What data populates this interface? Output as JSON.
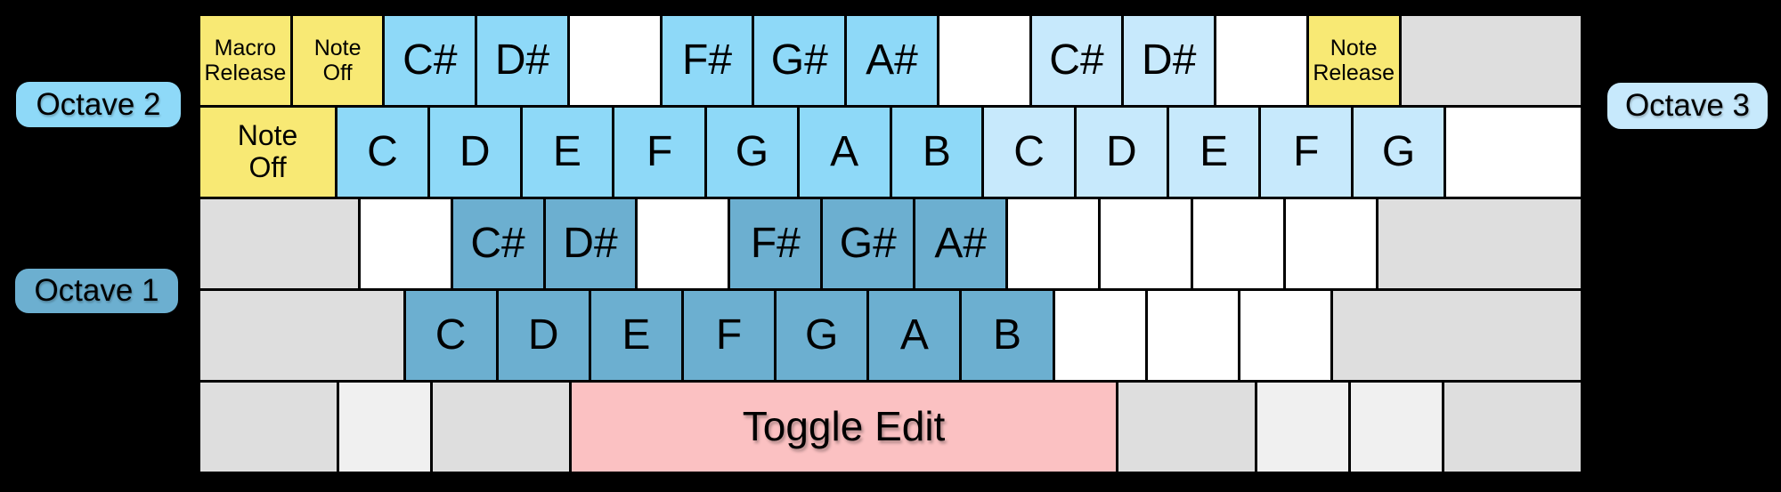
{
  "page": {
    "background": "#000000"
  },
  "colors": {
    "yellow": "#F8E974",
    "blue2": "#8ED9F8",
    "blue3": "#C7E9FC",
    "blue1": "#6CAFD0",
    "white": "#FFFFFF",
    "gray": "#DEDEDE",
    "grayLight": "#F0F0F0",
    "pink": "#FBC1C2"
  },
  "labels": {
    "octave1": {
      "text": "Octave 1",
      "color": "#6CAFD0"
    },
    "octave2": {
      "text": "Octave 2",
      "color": "#8ED9F8"
    },
    "octave3": {
      "text": "Octave 3",
      "color": "#C7E9FC"
    }
  },
  "keyboard": {
    "rows": [
      {
        "name": "number-row",
        "keys": [
          {
            "name": "key-macro-release",
            "label": "Macro\nRelease",
            "u": 1,
            "color": "yellow",
            "size": "sm"
          },
          {
            "name": "key-note-off",
            "label": "Note\nOff",
            "u": 1,
            "color": "yellow",
            "size": "sm"
          },
          {
            "name": "key-c-sharp-oct2",
            "label": "C#",
            "u": 1,
            "color": "blue2",
            "size": "lg"
          },
          {
            "name": "key-d-sharp-oct2",
            "label": "D#",
            "u": 1,
            "color": "blue2",
            "size": "lg"
          },
          {
            "name": "key-blank",
            "label": "",
            "u": 1,
            "color": "white",
            "size": "lg"
          },
          {
            "name": "key-f-sharp-oct2",
            "label": "F#",
            "u": 1,
            "color": "blue2",
            "size": "lg"
          },
          {
            "name": "key-g-sharp-oct2",
            "label": "G#",
            "u": 1,
            "color": "blue2",
            "size": "lg"
          },
          {
            "name": "key-a-sharp-oct2",
            "label": "A#",
            "u": 1,
            "color": "blue2",
            "size": "lg"
          },
          {
            "name": "key-blank",
            "label": "",
            "u": 1,
            "color": "white",
            "size": "lg"
          },
          {
            "name": "key-c-sharp-oct3",
            "label": "C#",
            "u": 1,
            "color": "blue3",
            "size": "lg"
          },
          {
            "name": "key-d-sharp-oct3",
            "label": "D#",
            "u": 1,
            "color": "blue3",
            "size": "lg"
          },
          {
            "name": "key-blank",
            "label": "",
            "u": 1,
            "color": "white",
            "size": "lg"
          },
          {
            "name": "key-note-release",
            "label": "Note\nRelease",
            "u": 1,
            "color": "yellow",
            "size": "sm"
          },
          {
            "name": "key-backspace",
            "label": "",
            "u": 2,
            "color": "gray",
            "size": "lg"
          }
        ]
      },
      {
        "name": "tab-row",
        "keys": [
          {
            "name": "key-tab-note-off",
            "label": "Note\nOff",
            "u": 1.5,
            "color": "yellow",
            "size": "md"
          },
          {
            "name": "key-c-oct2",
            "label": "C",
            "u": 1,
            "color": "blue2",
            "size": "lg"
          },
          {
            "name": "key-d-oct2",
            "label": "D",
            "u": 1,
            "color": "blue2",
            "size": "lg"
          },
          {
            "name": "key-e-oct2",
            "label": "E",
            "u": 1,
            "color": "blue2",
            "size": "lg"
          },
          {
            "name": "key-f-oct2",
            "label": "F",
            "u": 1,
            "color": "blue2",
            "size": "lg"
          },
          {
            "name": "key-g-oct2",
            "label": "G",
            "u": 1,
            "color": "blue2",
            "size": "lg"
          },
          {
            "name": "key-a-oct2",
            "label": "A",
            "u": 1,
            "color": "blue2",
            "size": "lg"
          },
          {
            "name": "key-b-oct2",
            "label": "B",
            "u": 1,
            "color": "blue2",
            "size": "lg"
          },
          {
            "name": "key-c-oct3",
            "label": "C",
            "u": 1,
            "color": "blue3",
            "size": "lg"
          },
          {
            "name": "key-d-oct3",
            "label": "D",
            "u": 1,
            "color": "blue3",
            "size": "lg"
          },
          {
            "name": "key-e-oct3",
            "label": "E",
            "u": 1,
            "color": "blue3",
            "size": "lg"
          },
          {
            "name": "key-f-oct3",
            "label": "F",
            "u": 1,
            "color": "blue3",
            "size": "lg"
          },
          {
            "name": "key-g-oct3",
            "label": "G",
            "u": 1,
            "color": "blue3",
            "size": "lg"
          },
          {
            "name": "key-blank",
            "label": "",
            "u": 1.5,
            "color": "white",
            "size": "lg"
          }
        ]
      },
      {
        "name": "home-row",
        "keys": [
          {
            "name": "key-caps-lock",
            "label": "",
            "u": 1.75,
            "color": "gray",
            "size": "lg"
          },
          {
            "name": "key-blank",
            "label": "",
            "u": 1,
            "color": "white",
            "size": "lg"
          },
          {
            "name": "key-c-sharp-oct1",
            "label": "C#",
            "u": 1,
            "color": "blue1",
            "size": "lg"
          },
          {
            "name": "key-d-sharp-oct1",
            "label": "D#",
            "u": 1,
            "color": "blue1",
            "size": "lg"
          },
          {
            "name": "key-blank",
            "label": "",
            "u": 1,
            "color": "white",
            "size": "lg"
          },
          {
            "name": "key-f-sharp-oct1",
            "label": "F#",
            "u": 1,
            "color": "blue1",
            "size": "lg"
          },
          {
            "name": "key-g-sharp-oct1",
            "label": "G#",
            "u": 1,
            "color": "blue1",
            "size": "lg"
          },
          {
            "name": "key-a-sharp-oct1",
            "label": "A#",
            "u": 1,
            "color": "blue1",
            "size": "lg"
          },
          {
            "name": "key-blank",
            "label": "",
            "u": 1,
            "color": "white",
            "size": "lg"
          },
          {
            "name": "key-blank",
            "label": "",
            "u": 1,
            "color": "white",
            "size": "lg"
          },
          {
            "name": "key-blank",
            "label": "",
            "u": 1,
            "color": "white",
            "size": "lg"
          },
          {
            "name": "key-blank",
            "label": "",
            "u": 1,
            "color": "white",
            "size": "lg"
          },
          {
            "name": "key-enter",
            "label": "",
            "u": 2.25,
            "color": "gray",
            "size": "lg"
          }
        ]
      },
      {
        "name": "shift-row",
        "keys": [
          {
            "name": "key-left-shift",
            "label": "",
            "u": 2.25,
            "color": "gray",
            "size": "lg"
          },
          {
            "name": "key-c-oct1",
            "label": "C",
            "u": 1,
            "color": "blue1",
            "size": "lg"
          },
          {
            "name": "key-d-oct1",
            "label": "D",
            "u": 1,
            "color": "blue1",
            "size": "lg"
          },
          {
            "name": "key-e-oct1",
            "label": "E",
            "u": 1,
            "color": "blue1",
            "size": "lg"
          },
          {
            "name": "key-f-oct1",
            "label": "F",
            "u": 1,
            "color": "blue1",
            "size": "lg"
          },
          {
            "name": "key-g-oct1",
            "label": "G",
            "u": 1,
            "color": "blue1",
            "size": "lg"
          },
          {
            "name": "key-a-oct1",
            "label": "A",
            "u": 1,
            "color": "blue1",
            "size": "lg"
          },
          {
            "name": "key-b-oct1",
            "label": "B",
            "u": 1,
            "color": "blue1",
            "size": "lg"
          },
          {
            "name": "key-blank",
            "label": "",
            "u": 1,
            "color": "white",
            "size": "lg"
          },
          {
            "name": "key-blank",
            "label": "",
            "u": 1,
            "color": "white",
            "size": "lg"
          },
          {
            "name": "key-blank",
            "label": "",
            "u": 1,
            "color": "white",
            "size": "lg"
          },
          {
            "name": "key-right-shift",
            "label": "",
            "u": 2.75,
            "color": "gray",
            "size": "lg"
          }
        ]
      },
      {
        "name": "bottom-row",
        "keys": [
          {
            "name": "key-left-ctrl",
            "label": "",
            "u": 1.5,
            "color": "gray",
            "size": "lg"
          },
          {
            "name": "key-left-win",
            "label": "",
            "u": 1,
            "color": "grayLight",
            "size": "lg"
          },
          {
            "name": "key-left-alt",
            "label": "",
            "u": 1.5,
            "color": "gray",
            "size": "lg"
          },
          {
            "name": "key-space-toggle-edit",
            "label": "Toggle Edit",
            "u": 6,
            "color": "pink",
            "size": "xl"
          },
          {
            "name": "key-right-alt",
            "label": "",
            "u": 1.5,
            "color": "gray",
            "size": "lg"
          },
          {
            "name": "key-right-win",
            "label": "",
            "u": 1,
            "color": "grayLight",
            "size": "lg"
          },
          {
            "name": "key-menu",
            "label": "",
            "u": 1,
            "color": "grayLight",
            "size": "lg"
          },
          {
            "name": "key-right-ctrl",
            "label": "",
            "u": 1.5,
            "color": "gray",
            "size": "lg"
          }
        ]
      }
    ]
  }
}
